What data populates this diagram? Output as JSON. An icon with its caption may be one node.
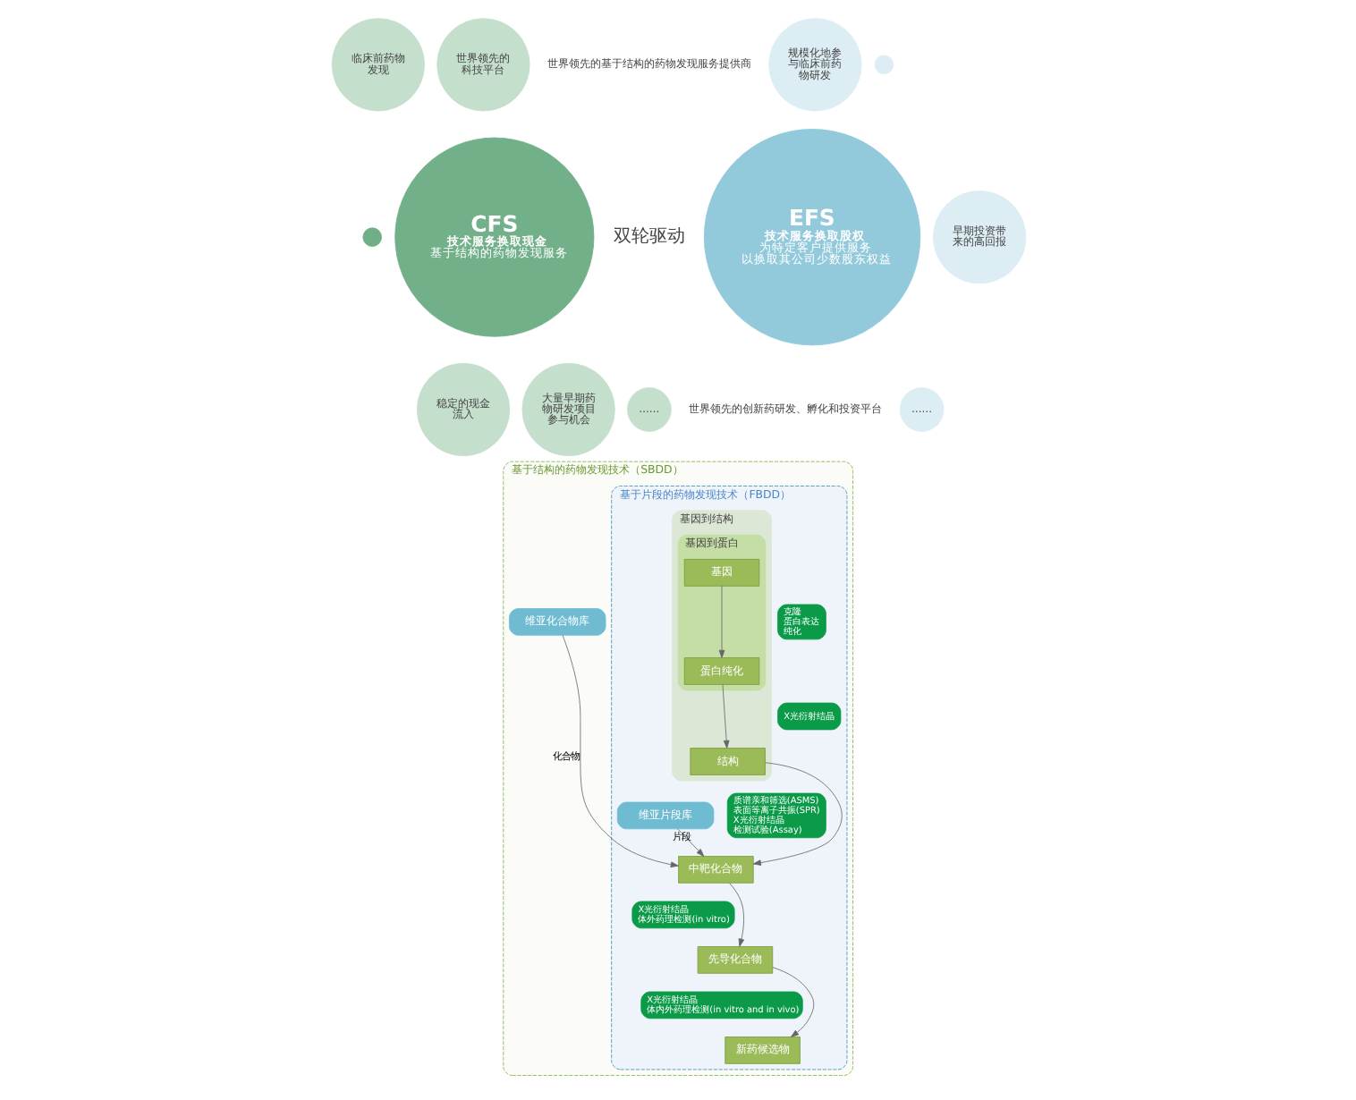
{
  "diagram": {
    "nodes": [
      {
        "text": [
          "CFS",
          "技术服务换取现金",
          "基于结构的药物发现服务"
        ]
      },
      {
        "text": [
          "EFS",
          "技术服务换取股权",
          "为特定客户提供服务",
          "以换取其公司少数股东权益"
        ]
      },
      {
        "text": [
          "临床前药物发现"
        ]
      },
      {
        "text": [
          "世界领先的科技平台"
        ]
      },
      {
        "text": [
          "稳定的现金流入"
        ]
      },
      {
        "text": [
          "大量早期药物研发项目参与机会"
        ]
      },
      {
        "text": [
          "……"
        ]
      },
      {
        "text": [],
        "shape": "circle"
      },
      {
        "text": [
          "规模化地参与临床前药物研发"
        ]
      },
      {
        "text": [],
        "shape": "circle"
      },
      {
        "text": [
          "早期投资带来的高回报"
        ]
      },
      {
        "text": [
          "……"
        ]
      },
      {
        "text": [
          "基于结构的药物发现技术（SBDD）"
        ]
      },
      {
        "text": [
          "维亚化合物库"
        ],
        "in": 12
      },
      {
        "text": [
          "基于片段的药物发现技术（FBDD）"
        ],
        "in": 12
      },
      {
        "text": [
          "基因到结构"
        ],
        "in": 14
      },
      {
        "text": [
          "基因到蛋白"
        ],
        "in": 15
      },
      {
        "text": [
          "基因"
        ],
        "in": 16
      },
      {
        "text": [
          "克隆",
          "蛋白表达",
          "纯化"
        ],
        "in": 14
      },
      {
        "text": [
          "蛋白纯化"
        ],
        "in": 16
      },
      {
        "text": [
          "X光衍射结晶"
        ],
        "in": 14
      },
      {
        "text": [
          "结构"
        ],
        "in": 15
      },
      {
        "text": [
          "维亚片段库"
        ],
        "in": 14
      },
      {
        "text": [
          "质谱亲和筛选(ASMS)",
          "表面等离子共振(SPR)",
          "X光衍射结晶",
          "检测试验(Assay)"
        ],
        "in": 14
      },
      {
        "text": [
          "中靶化合物"
        ],
        "in": 14
      },
      {
        "text": [
          "X光衍射结晶",
          "体外药理检测(in vitro)"
        ],
        "in": 14
      },
      {
        "text": [
          "先导化合物"
        ],
        "in": 14
      },
      {
        "text": [
          "X光衍射结晶",
          "体内外药理检测(in vitro and in vivo)"
        ],
        "in": 14
      },
      {
        "text": [
          "新药候选物"
        ],
        "in": 14
      }
    ],
    "edges": [
      {
        "from": 17,
        "to": 19,
        "arrow": "to"
      },
      {
        "from": 19,
        "to": 21,
        "arrow": "to"
      },
      {
        "from": 21,
        "to": 24,
        "arrow": "to"
      },
      {
        "from": 13,
        "to": 24,
        "arrow": "to",
        "label": "化合物"
      },
      {
        "from": 22,
        "to": 24,
        "arrow": "to",
        "label": "片段"
      },
      {
        "from": 24,
        "to": 26,
        "arrow": "to"
      },
      {
        "from": 26,
        "to": 28,
        "arrow": "to"
      }
    ],
    "labels": [
      "世界领先的基于结构的药物发现服务提供商",
      "双轮驱动",
      "世界领先的创新药研发、孵化和投资平台"
    ]
  }
}
